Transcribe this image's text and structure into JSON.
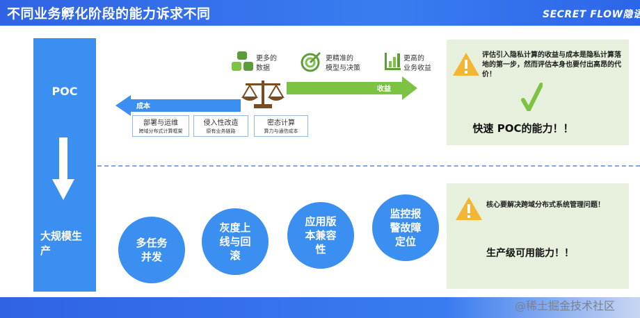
{
  "header": {
    "title": "不同业务孵化阶段的能力诉求不同",
    "brand": "SECRET FLOW隐语"
  },
  "stages": {
    "poc": "POC",
    "production": "大规模生产"
  },
  "benefits": [
    {
      "icon": "database-icon",
      "label": "更多的\n数据"
    },
    {
      "icon": "target-icon",
      "label": "更精准的\n模型与决策"
    },
    {
      "icon": "bar-chart-icon",
      "label": "更高的\n业务收益"
    }
  ],
  "arrows": {
    "benefit": "收益",
    "cost": "成本"
  },
  "costs": [
    {
      "title": "部署与运维",
      "sub": "跨域分布式计算框架"
    },
    {
      "title": "侵入性改造",
      "sub": "原有业务链路"
    },
    {
      "title": "密态计算",
      "sub": "算力与通信成本"
    }
  ],
  "poc_panel": {
    "text": "评估引入隐私计算的收益与成本是隐私计算落地的第一步，然而评估本身也要付出高昂的代价！",
    "caption": "快速 POC的能力！！"
  },
  "prod_panel": {
    "text": "核心要解决跨域分布式系统管理问题！",
    "caption": "生产级可用能力！！"
  },
  "capabilities": [
    "多任务并发",
    "灰度上线与回滚",
    "应用版本兼容性",
    "监控报警故障定位"
  ],
  "watermark": "@稀土掘金技术社区",
  "colors": {
    "primary_blue": "#3b8ff0",
    "green": "#7cc243",
    "panel_green": "#e6f0dc",
    "warning_yellow": "#f2b632"
  }
}
